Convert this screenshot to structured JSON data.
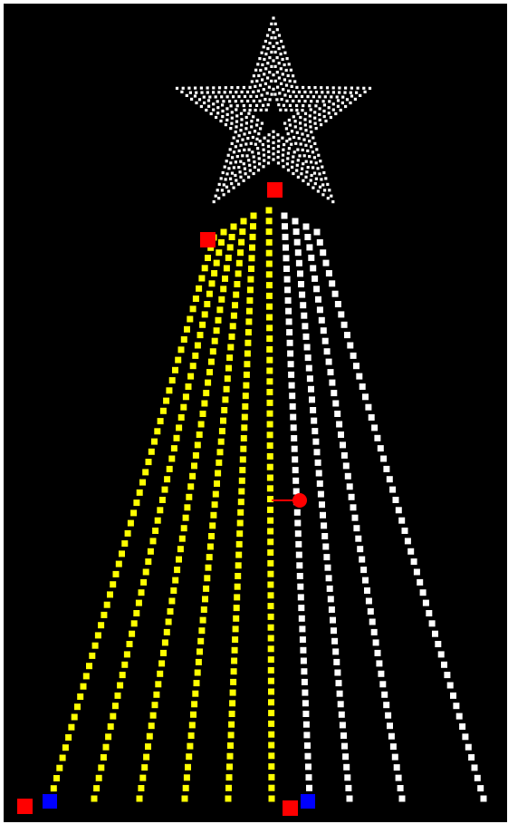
{
  "scene": {
    "background_color": "#000000",
    "frame_color": "#ffffff"
  },
  "colors": {
    "star_light": "#ffffff",
    "lit_strand": "#ffff00",
    "unlit_strand": "#ffffff",
    "handle": "#ff0000",
    "anchor": "#0000ff"
  },
  "icons": {
    "star": "star-icon",
    "handle": "square-handle-icon",
    "anchor": "square-anchor-icon",
    "rotate": "rotate-handle-icon"
  },
  "tree": {
    "strand_count": 10,
    "lit_strand_count": 6,
    "lights_per_strand": 56
  }
}
